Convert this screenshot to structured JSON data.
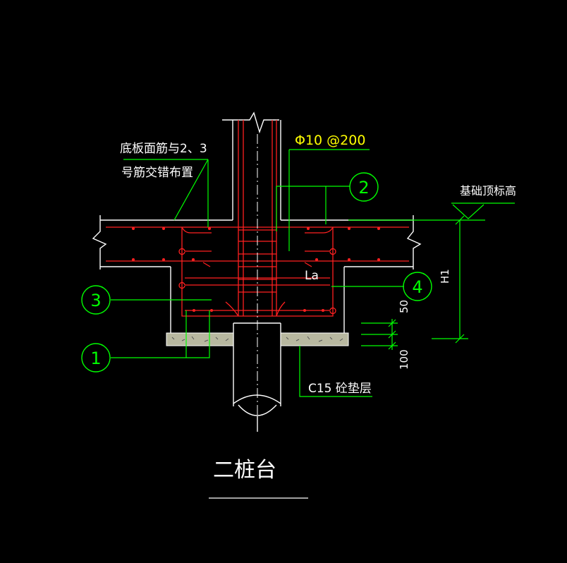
{
  "drawing": {
    "title": "二桩台",
    "note_line1": "底板面筋与2、3",
    "note_line2": "号筋交错布置",
    "stirrup_spec": "Φ10 @200",
    "foundation_top_label": "基础顶标高",
    "height_label": "H1",
    "anchorage_label": "La",
    "dim_50": "50",
    "dim_100": "100",
    "cushion_label": "C15 砼垫层",
    "callouts": [
      "1",
      "2",
      "3",
      "4"
    ]
  },
  "colors": {
    "background": "#000000",
    "structure_outline": "#ffffff",
    "rebar": "#ff2020",
    "leader": "#00ff00",
    "annotation": "#ffffff",
    "spec_text": "#ffff00",
    "cushion_fill": "#b8b8a0"
  }
}
